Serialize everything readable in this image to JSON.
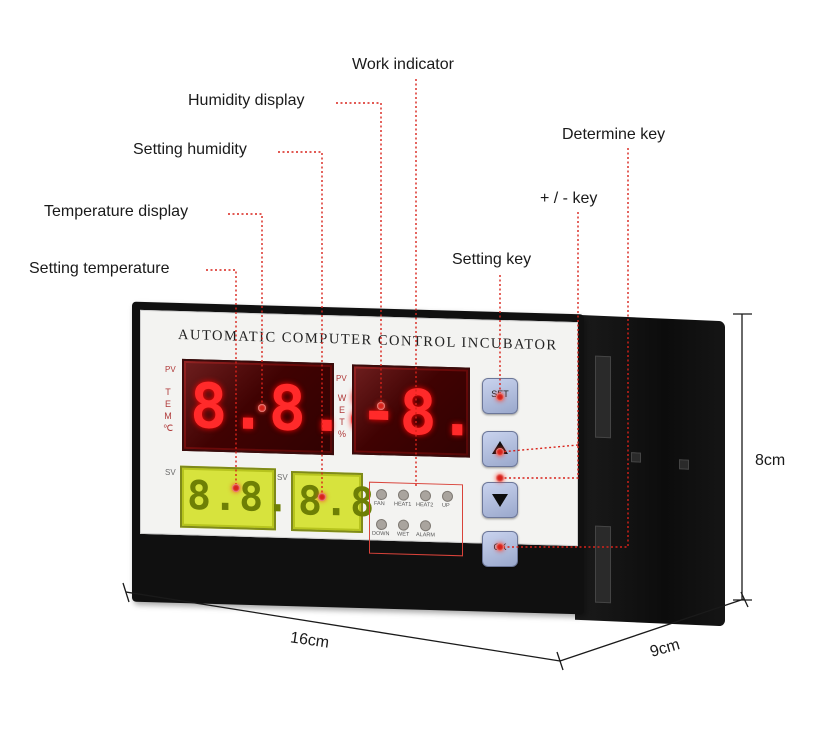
{
  "callouts": {
    "work_indicator": "Work indicator",
    "humidity_display": "Humidity display",
    "setting_humidity": "Setting humidity",
    "determine_key": "Determine key",
    "plus_minus_key": "+ / - key",
    "temperature_display": "Temperature display",
    "setting_key": "Setting key",
    "setting_temperature": "Setting temperature"
  },
  "device": {
    "brand": "AUTOMATIC COMPUTER CONTROL INCUBATOR",
    "pv_left": "PV",
    "pv_right": "PV",
    "sv_left": "SV",
    "sv_right": "SV",
    "temp_vertical": [
      "T",
      "E",
      "M",
      "℃"
    ],
    "wet_vertical": [
      "W",
      "E",
      "T",
      "%"
    ],
    "temp_display_value": "8.8.8.",
    "humidity_display_value": "-8.",
    "set_temp_value": "8.8.8",
    "set_humidity_value": "8.8",
    "indicators_row1": [
      "FAN",
      "HEAT1",
      "HEAT2",
      "UP"
    ],
    "indicators_row2": [
      "DOWN",
      "WET",
      "ALARM"
    ],
    "key_set": "SET",
    "key_ok": "OK"
  },
  "dimensions": {
    "width": "16cm",
    "height": "8cm",
    "depth": "9cm"
  },
  "colors": {
    "callout_line": "#d8221a",
    "red_led": "#ff2a2a",
    "yellow_lcd": "#d7e33d",
    "key_blue": "#9aa8cc"
  }
}
